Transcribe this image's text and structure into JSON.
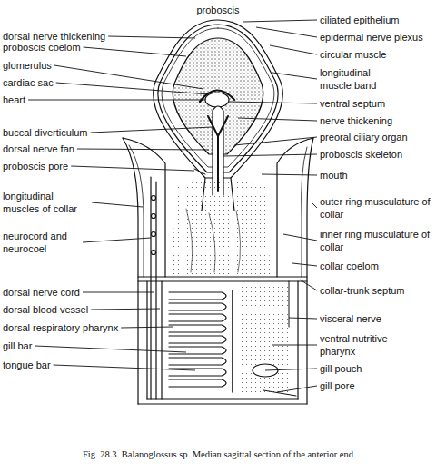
{
  "diagram": {
    "caption": "Fig. 28.3. Balanoglossus sp. Median sagittal section of the anterior end",
    "labels": [
      "dorsal nerve thickening",
      "proboscis coelom",
      "glomerulus",
      "cardiac sac",
      "heart",
      "buccal diverticulum",
      "dorsal nerve fan",
      "proboscis pore",
      "longitudinal muscles of collar",
      "neurocord and neurocoel",
      "dorsal nerve cord",
      "dorsal blood vessel",
      "dorsal respiratory pharynx",
      "gill bar",
      "tongue bar",
      "proboscis",
      "ciliated epithelium",
      "epidermal nerve plexus",
      "circular muscle",
      "longitudinal muscle band",
      "ventral septum",
      "nerve thickening",
      "preoral ciliary organ",
      "proboscis skeleton",
      "mouth",
      "outer ring musculature of collar",
      "inner ring musculature of collar",
      "collar coelom",
      "collar-trunk septum",
      "visceral nerve",
      "ventral nutritive pharynx",
      "gill pouch",
      "gill pore"
    ]
  }
}
